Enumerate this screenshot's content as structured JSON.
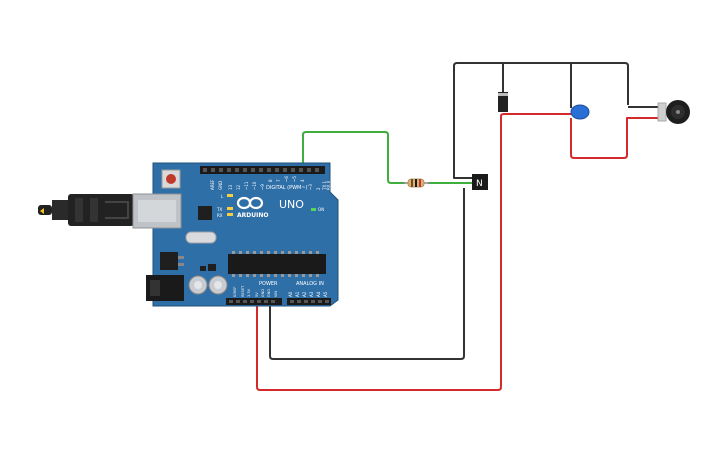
{
  "board": {
    "brand": "ARDUINO",
    "model": "UNO",
    "on_label": "ON",
    "digital_label": "DIGITAL (PWM~)",
    "power_label": "POWER",
    "analog_label": "ANALOG IN",
    "tx_label": "TX",
    "rx_label": "RX",
    "l_label": "L",
    "aref_label": "AREF",
    "gnd_label": "GND",
    "digital_pins": [
      "13",
      "12",
      "~11",
      "~10",
      "~9",
      "8",
      "7",
      "~6",
      "~5",
      "4",
      "~3",
      "2",
      "TX 1",
      "RX 0"
    ],
    "power_pins": [
      "IOREF",
      "RESET",
      "3.3V",
      "5V",
      "GND",
      "GND",
      "VIN"
    ],
    "analog_pins": [
      "A0",
      "A1",
      "A2",
      "A3",
      "A4",
      "A5"
    ],
    "color": "#2f6fa7"
  },
  "components": {
    "resistor": "resistor",
    "transistor_label": "N",
    "diode": "diode",
    "capacitor": "capacitor",
    "motor": "motor"
  },
  "wires": {
    "signal_color": "#3fae3f",
    "ground_color": "#333333",
    "power_color": "#d42a2a"
  }
}
